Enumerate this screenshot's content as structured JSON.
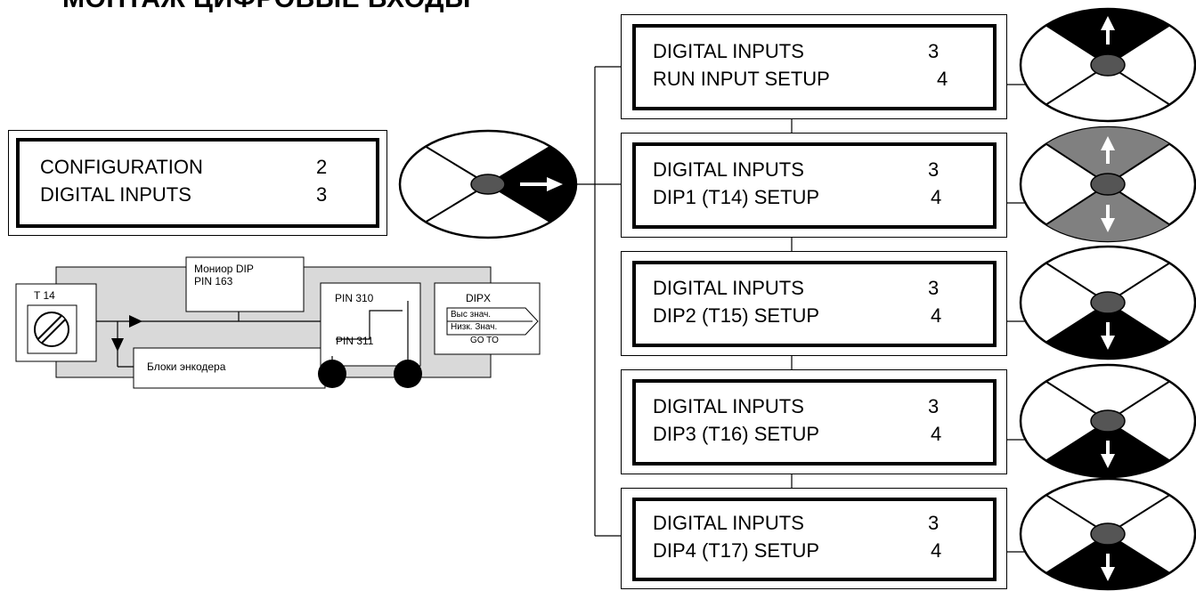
{
  "title": "МОНТАЖ ЦИФРОВЫЕ ВХОДЫ",
  "main_menu": {
    "line1_text": "CONFIGURATION",
    "line1_num": "2",
    "line2_text": "DIGITAL INPUTS",
    "line2_num": "3"
  },
  "submenus": [
    {
      "line1_text": "DIGITAL INPUTS",
      "line1_num": "3",
      "line2_text": "RUN INPUT SETUP",
      "line2_num": "4"
    },
    {
      "line1_text": "DIGITAL INPUTS",
      "line1_num": "3",
      "line2_text": "DIP1 (T14) SETUP",
      "line2_num": "4"
    },
    {
      "line1_text": "DIGITAL INPUTS",
      "line1_num": "3",
      "line2_text": "DIP2 (T15) SETUP",
      "line2_num": "4"
    },
    {
      "line1_text": "DIGITAL INPUTS",
      "line1_num": "3",
      "line2_text": "DIP3 (T16) SETUP",
      "line2_num": "4"
    },
    {
      "line1_text": "DIGITAL INPUTS",
      "line1_num": "3",
      "line2_text": "DIP4 (T17) SETUP",
      "line2_num": "4"
    }
  ],
  "block": {
    "terminal": "T 14",
    "monitor_line1": "Мониор DIP",
    "monitor_line2": "PIN 163",
    "encoder": "Блоки энкодера",
    "pin_hi": "PIN 310",
    "pin_lo": "PIN 311",
    "dipx": "DIPX",
    "high_val": "Выс знач.",
    "low_val": "Низк. Знач.",
    "goto": "GO TO"
  },
  "colors": {
    "pad_black": "#000000",
    "pad_gray": "#808080",
    "block_fill": "#d9d9d9"
  }
}
